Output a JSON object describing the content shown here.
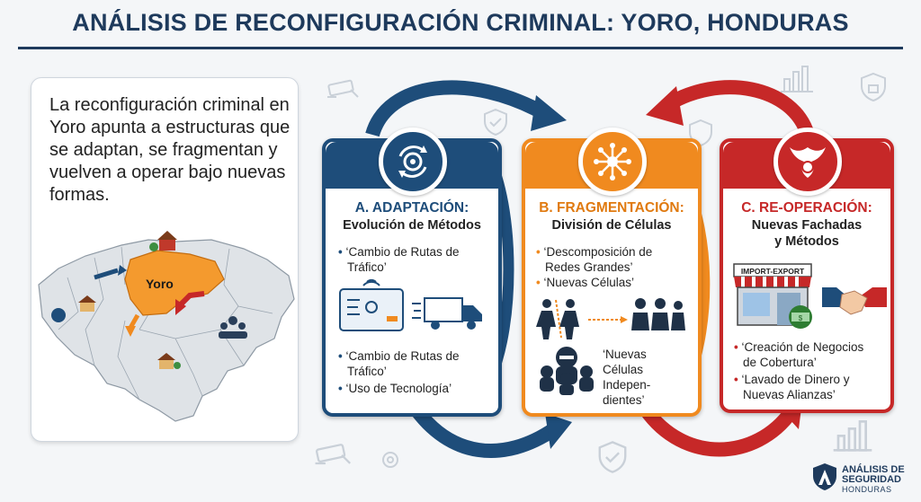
{
  "title": "ANÁLISIS DE RECONFIGURACIÓN CRIMINAL: YORO, HONDURAS",
  "intro": "La reconfiguración criminal en Yoro apunta a estructuras que se adaptan, se fragmentan y vuelven a operar bajo nuevas formas.",
  "map": {
    "region_label": "Yoro"
  },
  "colors": {
    "navy": "#1e4d7a",
    "orange": "#f08a1f",
    "red": "#c62828",
    "title": "#1e3a5c"
  },
  "cards": [
    {
      "title": "A. ADAPTACIÓN:",
      "subtitle": "Evolución de Métodos",
      "icon": "gear-cycle-icon",
      "bullets_top": [
        "‘Cambio de Rutas de",
        "Tráfico’"
      ],
      "bullets_bottom": [
        "‘Cambio de Rutas de",
        "Tráfico’",
        "‘Uso de Tecnología’"
      ]
    },
    {
      "title": "B. FRAGMENTACIÓN:",
      "subtitle": "División de Células",
      "icon": "network-split-icon",
      "bullets_top": [
        "‘Descomposición de",
        "Redes Grandes’",
        "‘Nuevas Células’"
      ],
      "bullets_bottom": [
        "‘Nuevas",
        "Células",
        "Indepen-",
        "dientes’"
      ]
    },
    {
      "title": "C. RE-OPERACIÓN:",
      "subtitle": [
        "Nuevas Fachadas",
        "y Métodos"
      ],
      "icon": "phoenix-icon",
      "storefront_sign": "IMPORT-EXPORT",
      "bullets": [
        "‘Creación de Negocios",
        "de Cobertura’",
        "‘Lavado de Dinero y",
        "Nuevas Alianzas’"
      ]
    }
  ],
  "logo": {
    "line1": "ANÁLISIS DE",
    "line2": "SEGURIDAD",
    "line3": "HONDURAS"
  }
}
